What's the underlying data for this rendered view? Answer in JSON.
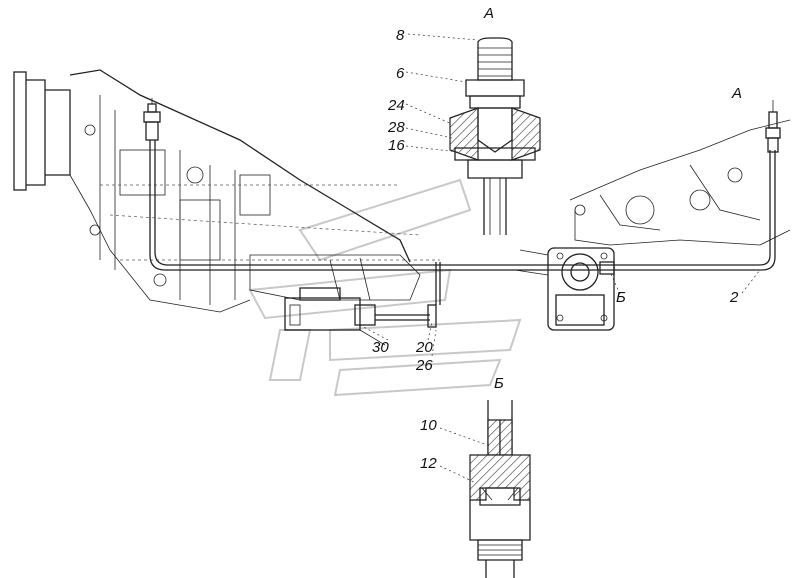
{
  "callouts": {
    "view_a_top": "А",
    "view_a_right": "А",
    "view_b_side": "Б",
    "view_b_bottom": "Б",
    "p8": "8",
    "p6": "6",
    "p24": "24",
    "p28": "28",
    "p16": "16",
    "p2": "2",
    "p30": "30",
    "p20": "20",
    "p26": "26",
    "p10": "10",
    "p12": "12"
  }
}
